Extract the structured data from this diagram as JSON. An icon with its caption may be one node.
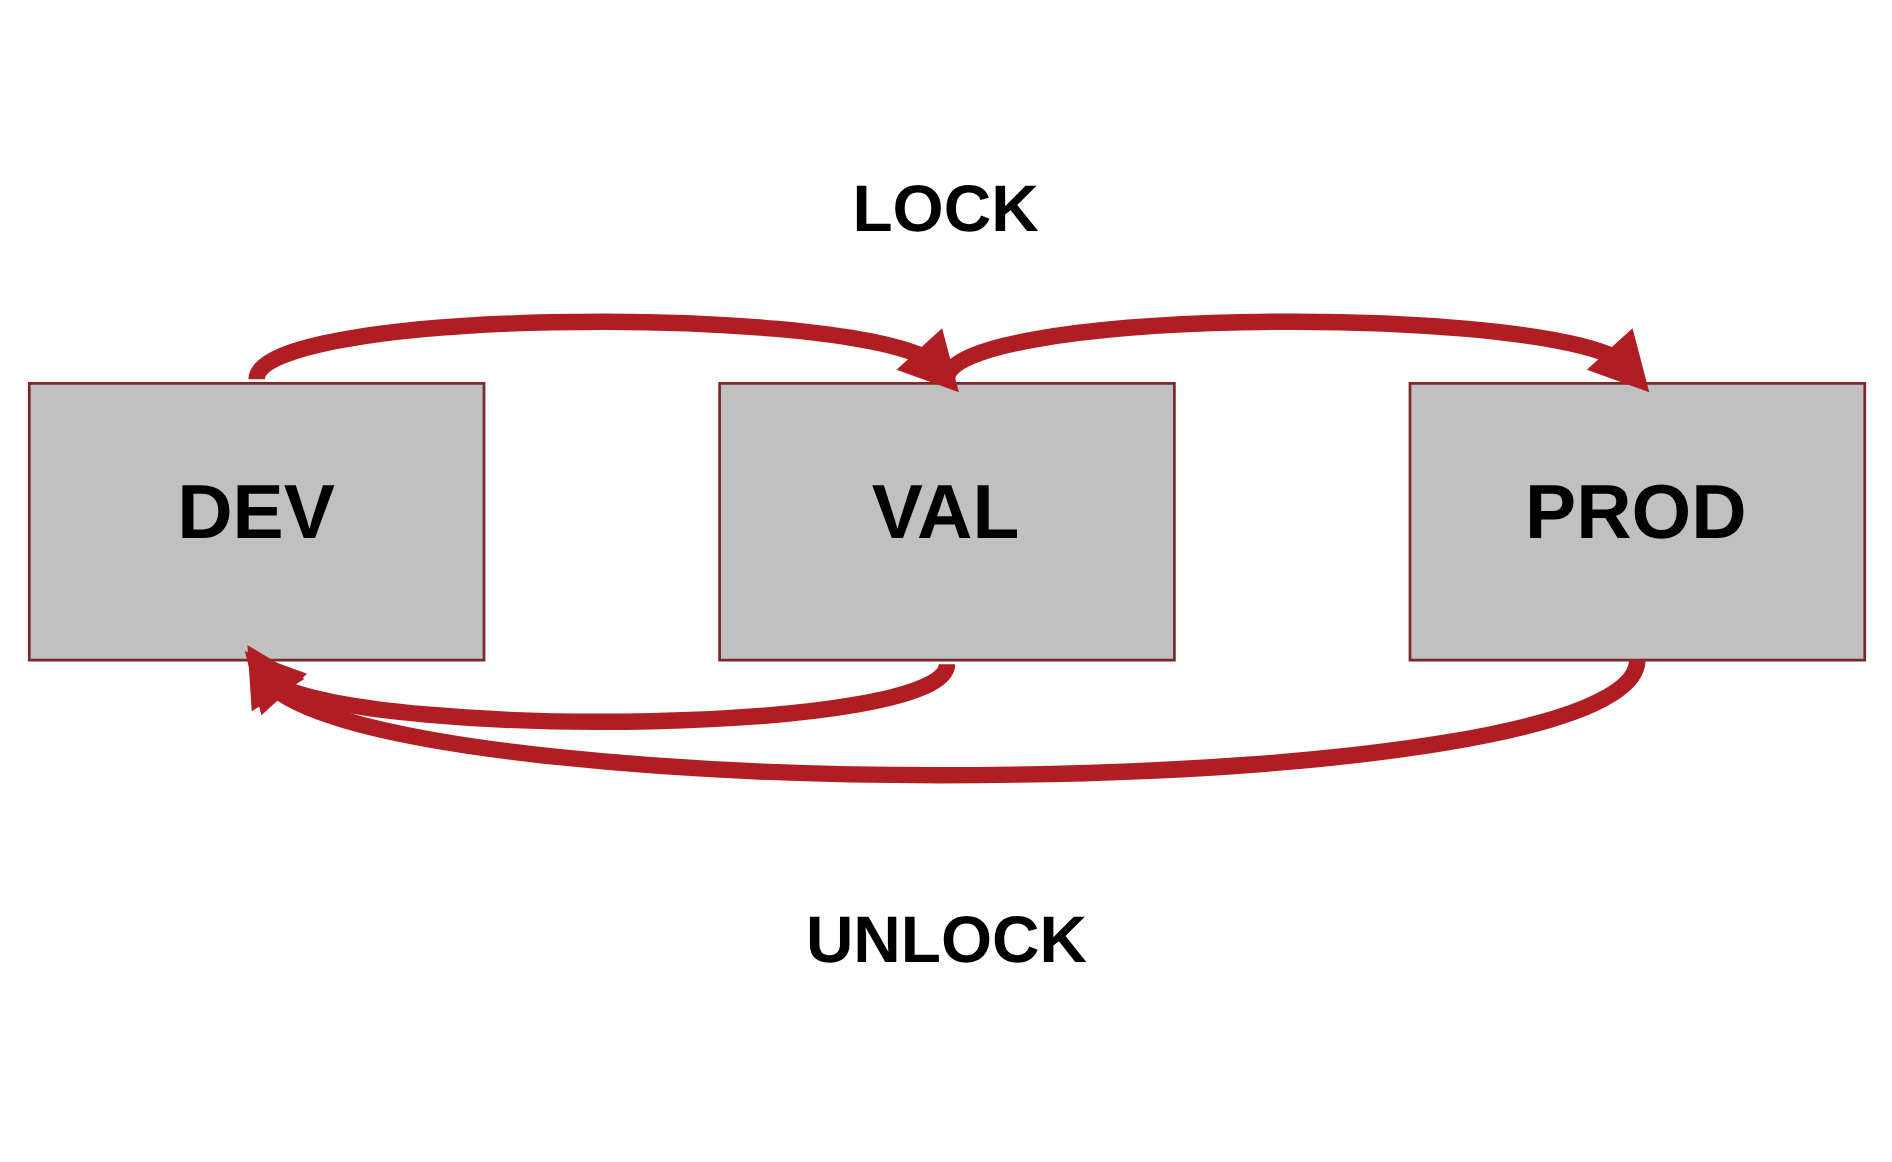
{
  "diagram": {
    "nodes": [
      {
        "text": [
          "DEV"
        ]
      },
      {
        "text": [
          "VAL"
        ]
      },
      {
        "text": [
          "PROD"
        ]
      }
    ],
    "edges": [
      {
        "from": 0,
        "to": 1,
        "arrow": "to"
      },
      {
        "from": 1,
        "to": 2,
        "arrow": "to"
      },
      {
        "from": 1,
        "to": 0,
        "arrow": "to"
      },
      {
        "from": 2,
        "to": 0,
        "arrow": "to"
      }
    ],
    "labels": [
      "LOCK",
      "UNLOCK"
    ]
  }
}
